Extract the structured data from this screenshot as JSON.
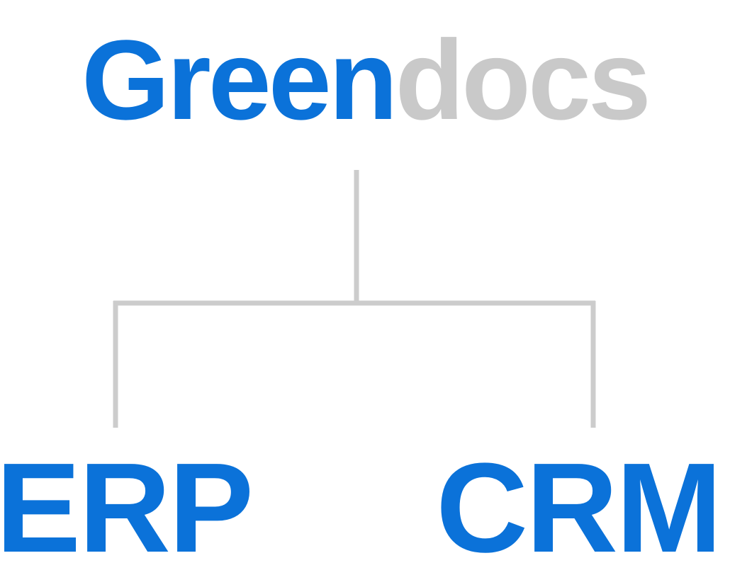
{
  "title": {
    "part_a": "Green",
    "part_b": "docs"
  },
  "nodes": {
    "left": "ERP",
    "right": "CRM"
  },
  "colors": {
    "primary": "#0b72d9",
    "secondary": "#c9c9c9",
    "connector": "#cccccc",
    "background": "#ffffff"
  }
}
